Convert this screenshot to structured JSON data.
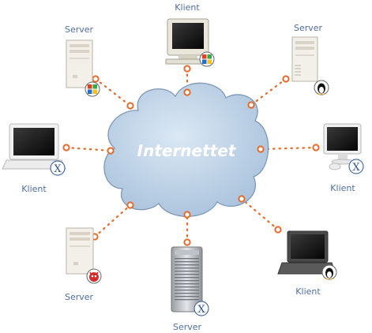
{
  "cloud": {
    "label": "Internettet"
  },
  "nodes": [
    {
      "label": "Klient",
      "device": "crt-monitor",
      "os_badge": "windows-logo-icon"
    },
    {
      "label": "Server",
      "device": "tower-server",
      "os_badge": "linux-penguin-icon"
    },
    {
      "label": "Klient",
      "device": "imac",
      "os_badge": "mac-os-x-logo-icon"
    },
    {
      "label": "Klient",
      "device": "laptop",
      "os_badge": "linux-penguin-icon"
    },
    {
      "label": "Server",
      "device": "power-mac-g5",
      "os_badge": "mac-os-x-logo-icon"
    },
    {
      "label": "Server",
      "device": "tower-server",
      "os_badge": "bsd-daemon-icon"
    },
    {
      "label": "Klient",
      "device": "laptop",
      "os_badge": "mac-os-x-logo-icon"
    },
    {
      "label": "Server",
      "device": "tower-server",
      "os_badge": "windows-logo-icon"
    }
  ],
  "colors": {
    "link": "#e86a2a",
    "cloud_fill": "#c5d8ea",
    "cloud_stroke": "#7e98b6",
    "label": "#4f6ea3"
  }
}
